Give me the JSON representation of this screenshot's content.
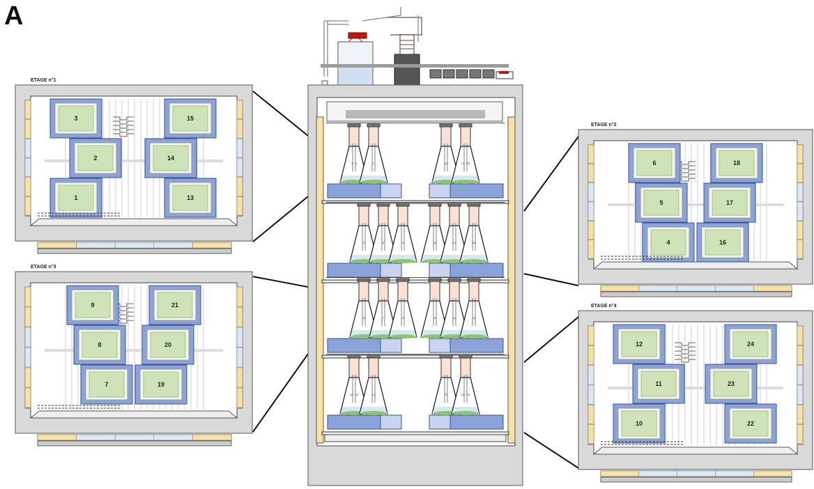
{
  "figure": {
    "letter": "A"
  },
  "floors": [
    {
      "label": "ETAGE n°1",
      "positions": [
        "3",
        "15",
        "2",
        "14",
        "1",
        "13"
      ]
    },
    {
      "label": "ETAGE n°2",
      "positions": [
        "6",
        "18",
        "5",
        "17",
        "4",
        "16"
      ]
    },
    {
      "label": "ETAGE n°3",
      "positions": [
        "9",
        "21",
        "8",
        "20",
        "7",
        "19"
      ]
    },
    {
      "label": "ETAGE n°4",
      "positions": [
        "12",
        "24",
        "11",
        "23",
        "10",
        "22"
      ]
    }
  ],
  "cabinet": {
    "shelves": [
      {
        "left_flasks": [
          "1 : 3",
          "2"
        ],
        "right_flasks": [
          "14",
          "13 : 15"
        ]
      },
      {
        "left_flasks": [
          "4",
          "5",
          "6"
        ],
        "right_flasks": [
          "16",
          "17",
          "18"
        ]
      },
      {
        "left_flasks": [
          "8",
          "7",
          "9"
        ],
        "right_flasks": [
          "19",
          "20",
          "21"
        ]
      },
      {
        "left_flasks": [
          "10 : 12",
          "11"
        ],
        "right_flasks": [
          "23",
          "22 : 24"
        ]
      }
    ]
  },
  "colors": {
    "plate": "#8aa3d9",
    "plate_inner": "#f4f6ee",
    "culture": "#cfe3b8",
    "frame": "#d9d9d9",
    "side_yellow": "#f7e1a3",
    "side_blue": "#dce8f4",
    "cap_red": "#cc1111",
    "flask_fill": "#fbe1d3",
    "liquid": "#d6e6f5"
  }
}
